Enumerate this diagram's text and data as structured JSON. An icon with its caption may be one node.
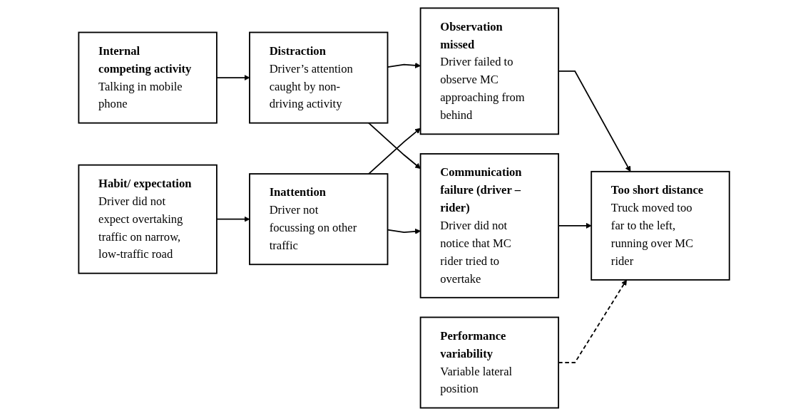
{
  "diagram": {
    "nodes": [
      {
        "text": [
          "Internal competing activity",
          "Talking in mobile phone"
        ]
      },
      {
        "text": [
          "Habit/ expectation",
          "Driver did not expect overtaking traffic on narrow, low-traffic road"
        ]
      },
      {
        "text": [
          "Distraction",
          "Driver’s attention caught by non-driving activity"
        ]
      },
      {
        "text": [
          "Inattention",
          "Driver not focussing on other traffic"
        ]
      },
      {
        "text": [
          "Observation missed",
          "Driver failed to observe MC approaching from behind"
        ]
      },
      {
        "text": [
          "Communication failure (driver – rider)",
          "Driver did not notice that MC rider tried to overtake"
        ]
      },
      {
        "text": [
          "Performance variability",
          "Variable lateral position"
        ]
      },
      {
        "text": [
          "Too short distance",
          "Truck moved too far to the left, running over MC rider"
        ]
      }
    ],
    "edges": [
      {
        "from": 0,
        "to": 2,
        "arrow": "to"
      },
      {
        "from": 1,
        "to": 3,
        "arrow": "to"
      },
      {
        "from": 2,
        "to": 4,
        "arrow": "to"
      },
      {
        "from": 2,
        "to": 5,
        "arrow": "to"
      },
      {
        "from": 3,
        "to": 4,
        "arrow": "to"
      },
      {
        "from": 3,
        "to": 5,
        "arrow": "to"
      },
      {
        "from": 4,
        "to": 7,
        "arrow": "to"
      },
      {
        "from": 5,
        "to": 7,
        "arrow": "to"
      },
      {
        "from": 6,
        "to": 7,
        "arrow": "to",
        "style": "dashed"
      }
    ]
  }
}
